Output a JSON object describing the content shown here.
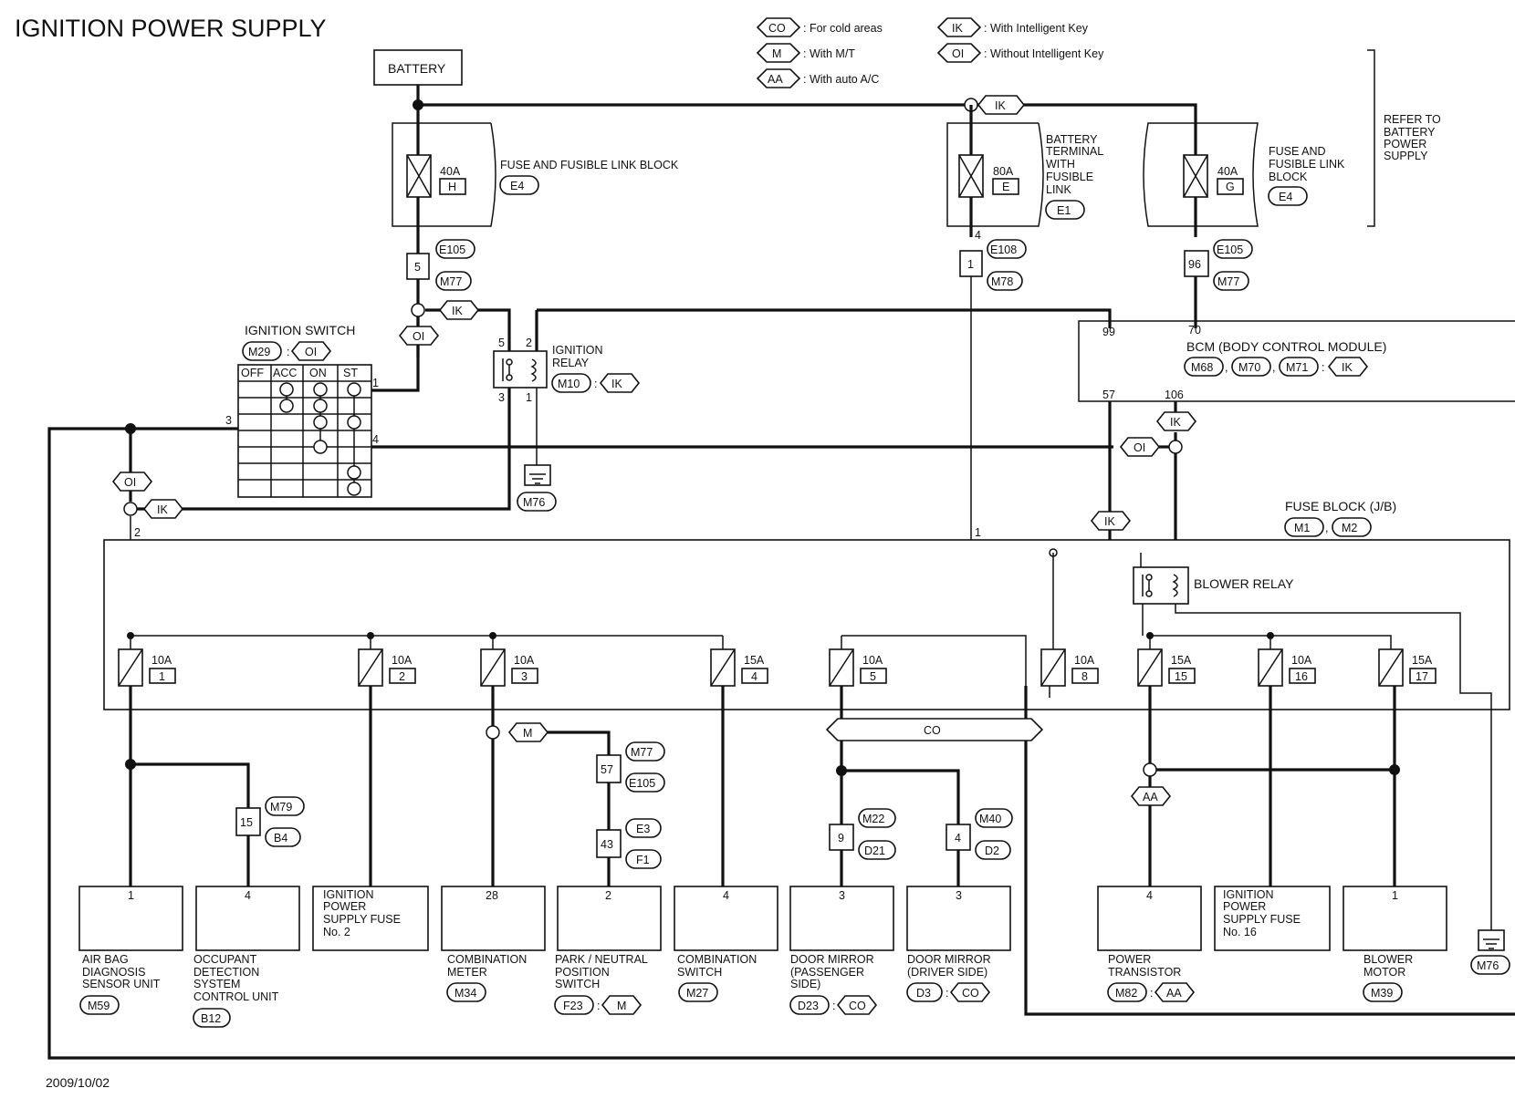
{
  "title": "IGNITION POWER SUPPLY",
  "date": "2009/10/02",
  "legend": [
    {
      "code": "CO",
      "text": ": For cold areas"
    },
    {
      "code": "M",
      "text": ": With M/T"
    },
    {
      "code": "AA",
      "text": ": With auto A/C"
    },
    {
      "code": "IK",
      "text": ": With Intelligent Key"
    },
    {
      "code": "OI",
      "text": ": Without Intelligent Key"
    }
  ],
  "refer_note": [
    "REFER TO",
    "BATTERY",
    "POWER",
    "SUPPLY"
  ],
  "battery": "BATTERY",
  "fuse_link_block_left": {
    "lines": [
      "FUSE AND FUSIBLE LINK BLOCK"
    ],
    "conn": "E4",
    "rating": "40A",
    "letter": "H"
  },
  "battery_terminal": {
    "lines": [
      "BATTERY",
      "TERMINAL",
      "WITH",
      "FUSIBLE",
      "LINK"
    ],
    "conn": "E1",
    "rating": "80A",
    "letter": "E"
  },
  "fuse_link_block_right": {
    "lines": [
      "FUSE AND",
      "FUSIBLE LINK",
      "BLOCK"
    ],
    "conn": "E4",
    "rating": "40A",
    "letter": "G"
  },
  "junction_left": {
    "pin": "5",
    "conn_top": "E105",
    "conn_bottom": "M77"
  },
  "junction_mid": {
    "pin": "1",
    "pin_above": "4",
    "conn_top": "E108",
    "conn_bottom": "M78"
  },
  "junction_right": {
    "pin": "96",
    "conn_top": "E105",
    "conn_bottom": "M77"
  },
  "ignition_switch": {
    "label": "IGNITION SWITCH",
    "conn": "M29",
    "cond": "OI",
    "columns": [
      "OFF",
      "ACC",
      "ON",
      "ST"
    ],
    "pins": [
      "1",
      "3",
      "4"
    ]
  },
  "ignition_relay": {
    "lines": [
      "IGNITION",
      "RELAY"
    ],
    "conn": "M10",
    "cond": "IK",
    "pins": [
      "5",
      "2",
      "3",
      "1"
    ]
  },
  "ground_labels": [
    "M76",
    "M76"
  ],
  "bcm": {
    "label": "BCM (BODY CONTROL MODULE)",
    "conns": [
      "M68",
      "M70",
      "M71"
    ],
    "cond": "IK",
    "pins_top": [
      "99",
      "70"
    ],
    "pins_bottom": [
      "57",
      "106"
    ]
  },
  "fuse_block": {
    "label": "FUSE BLOCK (J/B)",
    "conns": [
      "M1",
      "M2"
    ],
    "pin_left": "2",
    "pin_mid": "1"
  },
  "blower_relay": "BLOWER RELAY",
  "fuses": [
    {
      "rating": "10A",
      "num": "1"
    },
    {
      "rating": "10A",
      "num": "2"
    },
    {
      "rating": "10A",
      "num": "3"
    },
    {
      "rating": "15A",
      "num": "4"
    },
    {
      "rating": "10A",
      "num": "5"
    },
    {
      "rating": "10A",
      "num": "8"
    },
    {
      "rating": "15A",
      "num": "15"
    },
    {
      "rating": "10A",
      "num": "16"
    },
    {
      "rating": "15A",
      "num": "17"
    }
  ],
  "cond_tags": {
    "OI": "OI",
    "IK": "IK",
    "M": "M",
    "CO": "CO",
    "AA": "AA"
  },
  "inline_connectors": [
    {
      "pin": "15",
      "top": "M79",
      "bottom": "B4"
    },
    {
      "pin": "57",
      "top": "M77",
      "bottom": "E105"
    },
    {
      "pin": "43",
      "top": "E3",
      "bottom": "F1"
    },
    {
      "pin": "9",
      "top": "M22",
      "bottom": "D21"
    },
    {
      "pin": "4",
      "top": "M40",
      "bottom": "D2"
    }
  ],
  "loads": [
    {
      "pin": "1",
      "name": [
        "AIR BAG",
        "DIAGNOSIS",
        "SENSOR UNIT"
      ],
      "conn": "M59",
      "cond": ""
    },
    {
      "pin": "4",
      "name": [
        "OCCUPANT",
        "DETECTION",
        "SYSTEM",
        "CONTROL UNIT"
      ],
      "conn": "B12",
      "cond": ""
    },
    {
      "pin": "",
      "inside": [
        "IGNITION",
        "POWER",
        "SUPPLY FUSE",
        "No. 2"
      ],
      "name": [],
      "conn": "",
      "cond": ""
    },
    {
      "pin": "28",
      "name": [
        "COMBINATION",
        "METER"
      ],
      "conn": "M34",
      "cond": ""
    },
    {
      "pin": "2",
      "name": [
        "PARK / NEUTRAL",
        "POSITION",
        "SWITCH"
      ],
      "conn": "F23",
      "cond": "M"
    },
    {
      "pin": "4",
      "name": [
        "COMBINATION",
        "SWITCH"
      ],
      "conn": "M27",
      "cond": ""
    },
    {
      "pin": "3",
      "name": [
        "DOOR MIRROR",
        "(PASSENGER",
        " SIDE)"
      ],
      "conn": "D23",
      "cond": "CO"
    },
    {
      "pin": "3",
      "name": [
        "DOOR MIRROR",
        "(DRIVER SIDE)"
      ],
      "conn": "D3",
      "cond": "CO"
    },
    {
      "pin": "4",
      "name": [
        "POWER",
        "TRANSISTOR"
      ],
      "conn": "M82",
      "cond": "AA"
    },
    {
      "pin": "",
      "inside": [
        "IGNITION",
        "POWER",
        "SUPPLY FUSE",
        "No. 16"
      ],
      "name": [],
      "conn": "",
      "cond": ""
    },
    {
      "pin": "1",
      "name": [
        "BLOWER",
        "MOTOR"
      ],
      "conn": "M39",
      "cond": ""
    }
  ]
}
